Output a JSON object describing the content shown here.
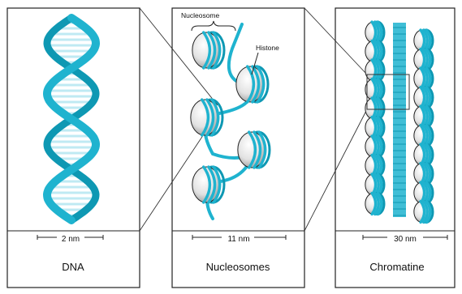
{
  "panels": [
    {
      "id": "dna",
      "label": "DNA",
      "scale": "2 nm"
    },
    {
      "id": "nucleosomes",
      "label": "Nucleosomes",
      "scale": "11 nm"
    },
    {
      "id": "chromatine",
      "label": "Chromatine",
      "scale": "30 nm"
    }
  ],
  "annotations": {
    "nucleosome": "Nucleosome",
    "histone": "Histone"
  },
  "colors": {
    "dna_strand": "#1fb3cf",
    "dna_strand_dark": "#0e98b3",
    "base_pairs": "#bfeaf3",
    "histone_fill": "#e4e4e4",
    "histone_shade": "#9c9c9c",
    "outline": "#222222"
  }
}
